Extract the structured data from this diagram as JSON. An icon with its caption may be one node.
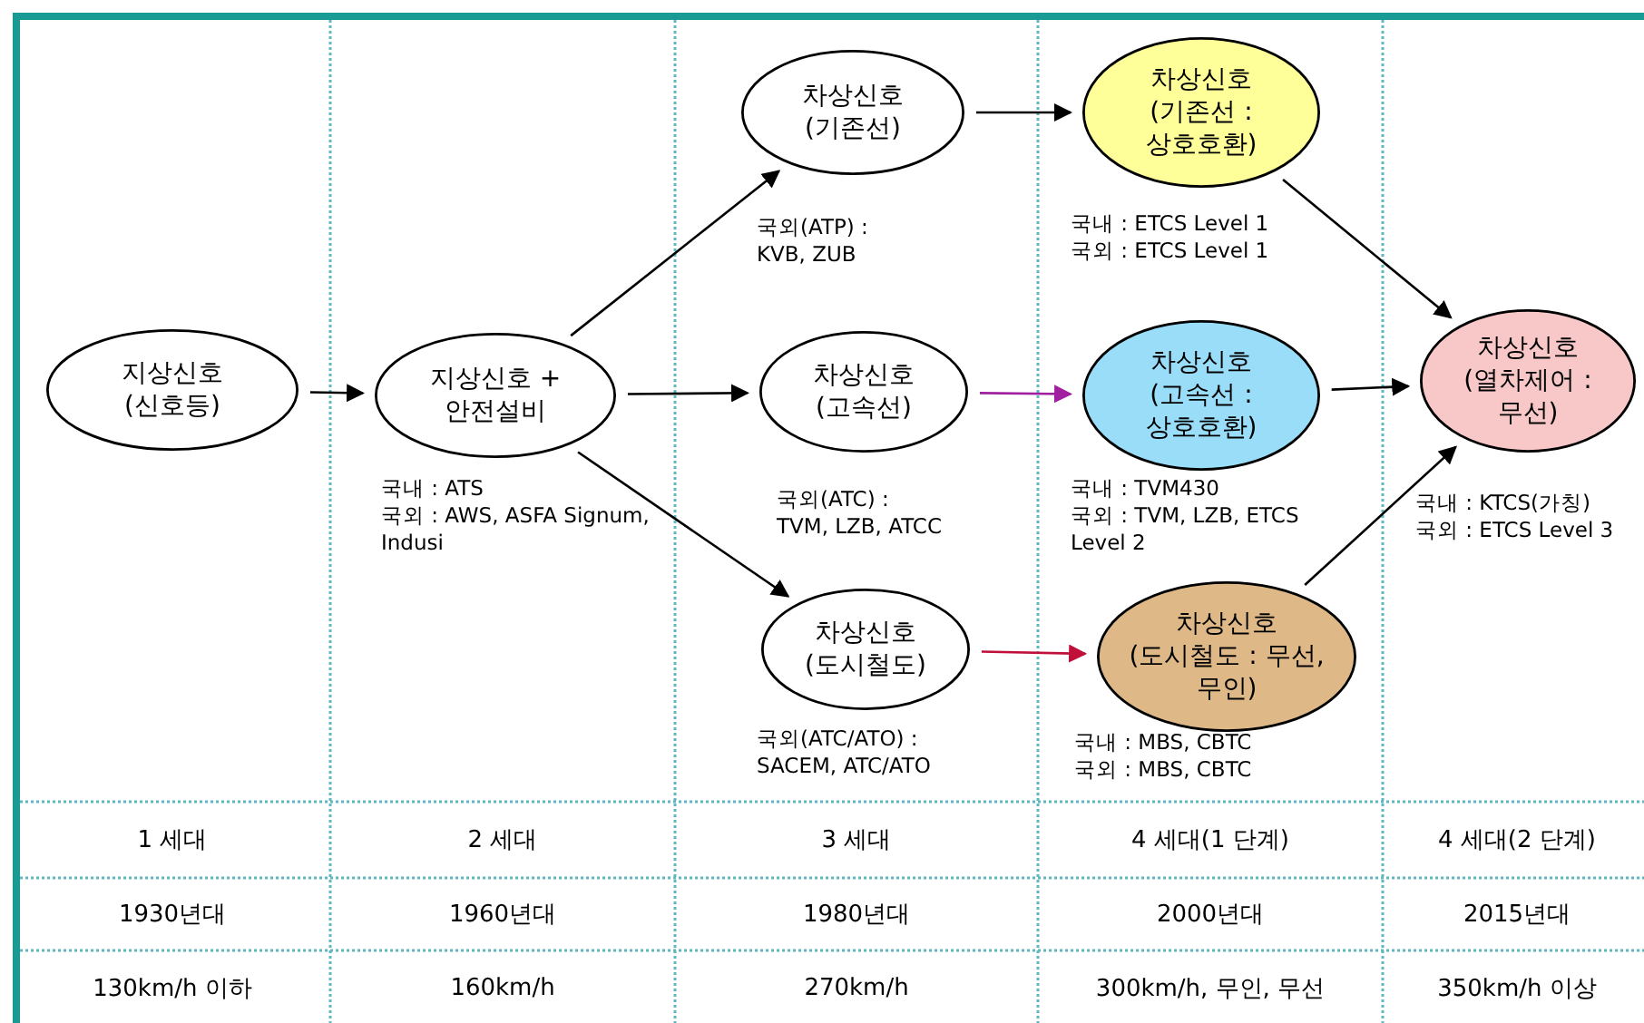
{
  "diagram": {
    "nodes": [
      {
        "text": [
          "지상신호 (신호등)"
        ]
      },
      {
        "text": [
          "지상신호 + 안전설비"
        ],
        "beside": [
          "국내 : ATS",
          "국외 : AWS, ASFA Signum, Indusi"
        ]
      },
      {
        "text": [
          "차상신호 (기존선)"
        ],
        "beside": [
          "국외(ATP) :",
          "KVB, ZUB"
        ]
      },
      {
        "text": [
          "차상신호 (고속선)"
        ],
        "beside": [
          "국외(ATC) :",
          "TVM, LZB, ATCC"
        ]
      },
      {
        "text": [
          "차상신호 (도시철도)"
        ],
        "beside": [
          "국외(ATC/ATO) :",
          "SACEM, ATC/ATO"
        ]
      },
      {
        "text": [
          "차상신호 (기존선 : 상호호환)"
        ],
        "beside": [
          "국내 : ETCS Level 1",
          "국외 : ETCS Level 1"
        ]
      },
      {
        "text": [
          "차상신호 (고속선 : 상호호환)"
        ],
        "beside": [
          "국내 : TVM430",
          "국외 : TVM, LZB, ETCS Level 2"
        ]
      },
      {
        "text": [
          "차상신호 (도시철도 : 무선, 무인)"
        ],
        "beside": [
          "국내 : MBS, CBTC",
          "국외 : MBS, CBTC"
        ]
      },
      {
        "text": [
          "차상신호 (열차제어 : 무선)"
        ],
        "beside": [
          "국내 : KTCS(가칭)",
          "국외 : ETCS Level 3"
        ]
      }
    ],
    "edges": [
      {
        "from": 0,
        "to": 1,
        "arrow": "to"
      },
      {
        "from": 1,
        "to": 2,
        "arrow": "to"
      },
      {
        "from": 1,
        "to": 3,
        "arrow": "to"
      },
      {
        "from": 1,
        "to": 4,
        "arrow": "to"
      },
      {
        "from": 2,
        "to": 5,
        "arrow": "to"
      },
      {
        "from": 3,
        "to": 6,
        "arrow": "to",
        "color": "#a020a0"
      },
      {
        "from": 4,
        "to": 7,
        "arrow": "to",
        "color": "#c0103a"
      },
      {
        "from": 5,
        "to": 8,
        "arrow": "to"
      },
      {
        "from": 6,
        "to": 8,
        "arrow": "to"
      },
      {
        "from": 7,
        "to": 8,
        "arrow": "to"
      }
    ],
    "labels": [
      "1 세대",
      "2 세대",
      "3 세대",
      "4 세대(1 단계)",
      "4 세대(2 단계)",
      "1930년대",
      "1960년대",
      "1980년대",
      "2000년대",
      "2015년대",
      "130km/h 이하",
      "160km/h",
      "270km/h",
      "300km/h, 무인, 무선",
      "350km/h 이상"
    ]
  }
}
